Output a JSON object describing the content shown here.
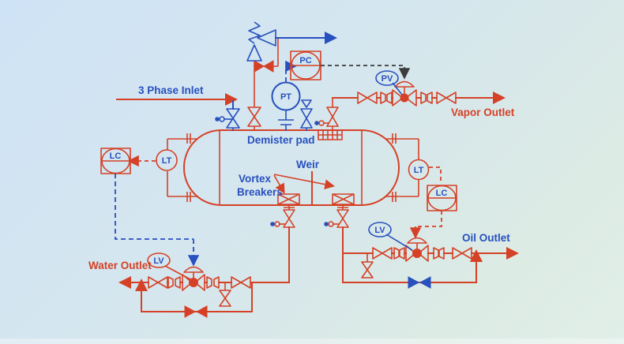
{
  "diagram": {
    "type": "process-and-instrumentation-diagram",
    "subject": "3 phase separator vessel",
    "labels": {
      "inlet": "3 Phase Inlet",
      "vapor_outlet": "Vapor Outlet",
      "oil_outlet": "Oil Outlet",
      "water_outlet": "Water Outlet",
      "demister": "Demister pad",
      "weir": "Weir",
      "vortex_line1": "Vortex",
      "vortex_line2": "Breakers"
    },
    "instruments": {
      "pressure_controller": "PC",
      "pressure_transmitter": "PT",
      "pressure_valve": "PV",
      "level_transmitter_left": "LT",
      "level_controller_left": "LC",
      "level_transmitter_right": "LT",
      "level_controller_right": "LC",
      "level_valve_water": "LV",
      "level_valve_oil": "LV"
    },
    "colors": {
      "process_red": "#d54126",
      "instrument_blue": "#2850be",
      "signal_dark": "#3c3c3c",
      "background_top_left": "#cfe3f6",
      "background_bottom_right": "#e1efe8"
    }
  }
}
